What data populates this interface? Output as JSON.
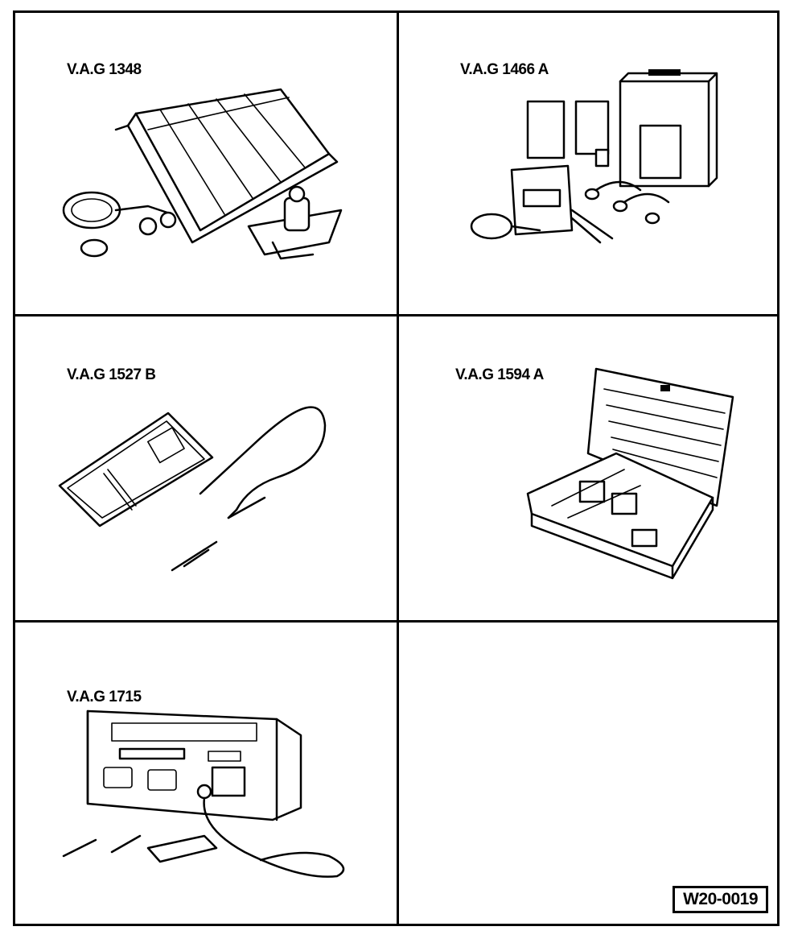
{
  "panels": [
    {
      "label": "V.A.G 1348"
    },
    {
      "label": "V.A.G 1466 A"
    },
    {
      "label": "V.A.G 1527 B"
    },
    {
      "label": "V.A.G 1594 A"
    },
    {
      "label": "V.A.G 1715"
    }
  ],
  "reference_code": "W20-0019"
}
